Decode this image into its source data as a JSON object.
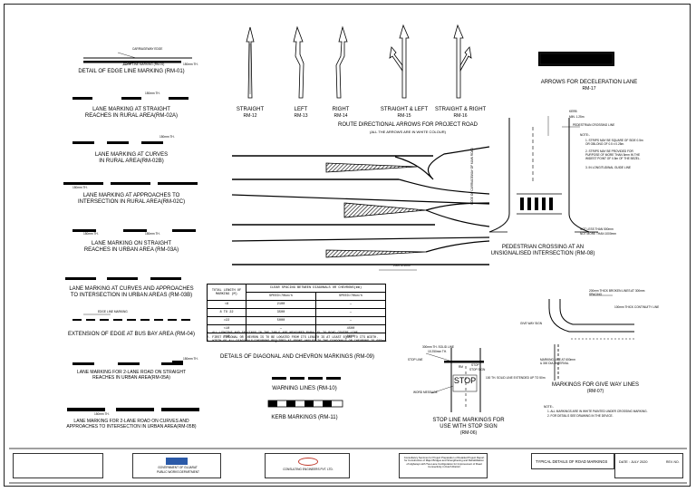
{
  "edge_line": {
    "title": "DETAIL OF EDGE LINE MARKING (RM-01)",
    "callout_top": "CARRIAGEWAY EDGE",
    "callout_bottom": "EDGE LINE MARKING (RM-01)",
    "dim": "150mm TH."
  },
  "rm02a": {
    "title_line1": "LANE MARKING AT STRAIGHT",
    "title_line2": "REACHES IN RURAL AREA(RM-02A)",
    "dim": "150mm TH."
  },
  "rm02b": {
    "title_line1": "LANE MARKING AT CURVES",
    "title_line2": "IN RURAL AREA(RM-02B)",
    "dim": "150mm TH."
  },
  "rm02c": {
    "title_line1": "LANE MARKING AT APPROACHES TO",
    "title_line2": "INTERSECTION IN RURAL AREA(RM-02C)",
    "dim": "150mm TH."
  },
  "rm03a": {
    "title_line1": "LANE MARKING ON STRAIGHT",
    "title_line2": "REACHES IN URBAN AREA (RM-03A)",
    "dim1": "150mm TH.",
    "dim2": "150mm TH."
  },
  "rm03b": {
    "title_line1": "LANE MARKING AT CURVES AND APPROACHES",
    "title_line2": "TO INTERSECTION IN URBAN AREAS (RM-03B)"
  },
  "rm04": {
    "title": "EXTENSION OF EDGE AT BUS BAY AREA (RM-04)",
    "callout": "EDGE LINE MARKING"
  },
  "rm05a": {
    "title_line1": "LANE MARKING FOR 2-LANE ROAD ON STRAIGHT",
    "title_line2": "REACHES IN URBAN AREA(RM-05A)",
    "dim": "150mm TH."
  },
  "rm05b": {
    "title_line1": "LANE MARKING FOR 2-LANE ROAD ON CURVES AND",
    "title_line2": "APPROACHES TO INTERSECTION IN URBAN AREA(RM-05B)",
    "dim": "150mm TH."
  },
  "arrows": [
    {
      "label": "STRAIGHT",
      "code": "RM-12"
    },
    {
      "label": "LEFT",
      "code": "RM-13"
    },
    {
      "label": "RIGHT",
      "code": "RM-14"
    },
    {
      "label": "STRAIGHT & LEFT",
      "code": "RM-15"
    },
    {
      "label": "STRAIGHT & RIGHT",
      "code": "RM-16"
    }
  ],
  "arrows_caption": {
    "line1": "ROUTE DIRECTIONAL ARROWS FOR PROJECT ROAD",
    "line2": "(ALL THE ARROWS ARE IN WHITE COLOUR)"
  },
  "decel": {
    "title": "ARROWS FOR DECELERATION LANE",
    "code": "RM-17"
  },
  "chevron_caption": "DETAILS OF DIAGONAL AND CHEVRON MARKINGS (RM-09)",
  "chevron_dim": "2000 to 5000",
  "spacing_table": {
    "h_col1": "TOTAL LENGTH OF MARKING (M)",
    "h_group": "CLEAR SPACING BETWEEN DIAGONALS OR CHEVRONS(mm)",
    "h_col2": "SPEED<70km/h",
    "h_col3": "SPEED>70km/h",
    "rows": [
      [
        "<8",
        "2100",
        "—"
      ],
      [
        "8 TO 22",
        "3500",
        "—"
      ],
      [
        ">22",
        "5000",
        "—"
      ],
      [
        "<10",
        "—",
        "4500"
      ],
      [
        ">10",
        "—",
        "8000"
      ]
    ]
  },
  "notes": [
    "1. ALL LENGTHS AND SPACINGS IN THE TABLE ARE MEASURED PARALLEL TO ROAD CENTRE LINE.",
    "2. FIRST DIAGONAL OR CHEVRON IS TO BE LOCATED FROM ITS LENGTH IS AT LEAST EQUAL TO ITS WIDTH.",
    "3. WIDTH OF ALL DIAGONALS/CHEVRONS REQUIRED AT FRONT ANGLES TO THE DIAGONALS OR CHEVRONS IS 600mm."
  ],
  "warning_lines": {
    "title": "WARNING LINES (RM-10)"
  },
  "kerb": {
    "title": "KERB MARKINGS (RM-11)"
  },
  "ped": {
    "title_line1": "PEDESTRIAN CROSSING AT AN",
    "title_line2": "UNSIGNALISED INTERSECTION (RM-08)",
    "kerb": "KERB",
    "dim1": "MIN. 1.25m",
    "crossing": "PEDESTRIAN CROSSING LINE",
    "edge_lbl": "EDGE OF CARRIAGEWAY OF MAIN ROAD",
    "notes_head": "NOTE:-",
    "notes": [
      "1. STRIPS MAY BE SQUARE OF SIDE 0.5m OR OBLONG OF 0.5 x 0.25m.",
      "2. STRIPS MAY BE PROVIDED FOR PURPOSE OF MORE THAN 5mm IN THE WIDEST POINT OF 0.5m OF THE BEZEL.",
      "3. IN LONGITUDINAL GUIDE LINE"
    ],
    "dim2": "NOT LESS THAN 500mm",
    "dim3": "NOT MORE THAN 1000mm"
  },
  "stop": {
    "title_line1": "STOP LINE MARKINGS FOR",
    "title_line2": "USE WITH STOP SIGN",
    "title_line3": "(RM-06)",
    "word": "STOP",
    "c1": "300mm TH. SOLID LINE",
    "c2": "15 250mm TH.",
    "c3": "STOP LINE",
    "c4": "100 TH. SOLID LINE EXTENDED UP TO 50m",
    "c5": "WORD MESSAGE",
    "c6": "STOP",
    "c7": "STOP SIGN",
    "c8": "RM"
  },
  "giveway": {
    "title_line1": "MARKINGS FOR GIVE WAY LINES",
    "title_line2": "(RM-07)",
    "c1": "200mm THICK BROKEN LINES AT 300mm SPACING",
    "c2": "100mm THICK CONTINUITY LINE",
    "c3": "GIVE WAY SIGN",
    "c4": "MARKING LINE AT 600mm & 300 DIA. INTERVAL",
    "note_head": "NOTE:-",
    "notes": [
      "1. ALL MARKINGS ARE IN WHITE PAINTED UNDER CROSSING MARKING.",
      "2. FOR DETAILS SEE DRAWING IN THE DEVICE."
    ]
  },
  "title_block": {
    "client": "PUBLIC WORKS DEPARTMENT",
    "client_state": "GOVERNMENT OF GUJARAT",
    "consultant": "CONSULTING ENGINEERS PVT. LTD.",
    "project_desc": "Consultancy Services for Project Preparation of Detailed Project Report for Construction of Major Bridges and Strengthening and Rehabilitation of Highways with Two-Lane Configuration for Improvement of Road Connectivity in Kutch District",
    "drawing_title": "TYPICAL DETAILS OF ROAD MARKINGS",
    "date": "DATE : JULY 2020",
    "rev": "REV. NO."
  }
}
